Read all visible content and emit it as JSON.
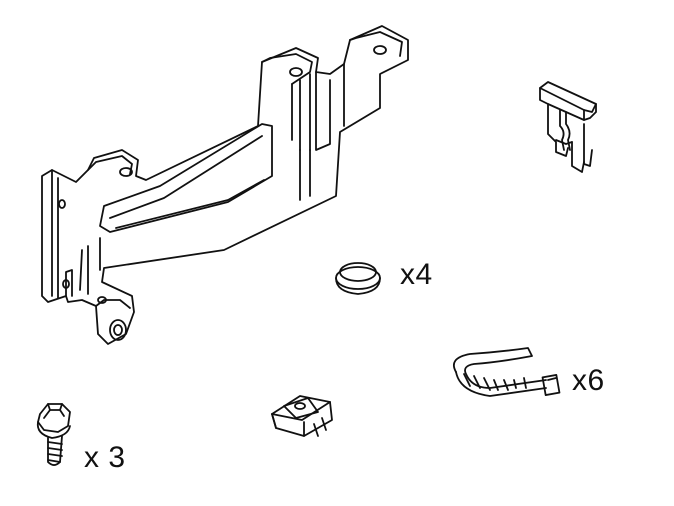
{
  "parts": {
    "bracket": {
      "name": "mounting-bracket"
    },
    "fuse": {
      "name": "blade-fuse"
    },
    "cap": {
      "name": "cap-button",
      "quantity_label": "x4"
    },
    "tie": {
      "name": "cable-tie",
      "quantity_label": "x6"
    },
    "clip": {
      "name": "spring-nut-clip"
    },
    "bolt": {
      "name": "flange-bolt",
      "quantity_label": "x 3"
    }
  },
  "colors": {
    "line": "#111111",
    "background": "#ffffff"
  }
}
